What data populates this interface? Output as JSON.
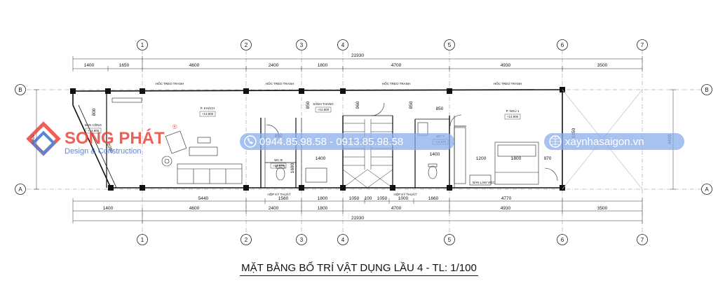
{
  "title": "MẶT BẰNG BỐ TRÍ VẬT DỤNG LẦU 4 - TL: 1/100",
  "axes_numbers": [
    "1",
    "2",
    "3",
    "4",
    "5",
    "6",
    "7"
  ],
  "axes_letters": [
    "B",
    "A"
  ],
  "total_dimension": "21930",
  "top_dimensions": [
    "1400",
    "1650",
    "4600",
    "2400",
    "1800",
    "4700",
    "4930",
    "3500"
  ],
  "bottom_inner_dimensions": [
    "5440",
    "1560",
    "1800",
    "1050",
    "100",
    "1050",
    "1000",
    "1660",
    "4770"
  ],
  "bottom_dimensions": [
    "1400",
    "4600",
    "2400",
    "1800",
    "4700",
    "4930",
    "3500"
  ],
  "left_dimension": "4400",
  "right_dimension": "4400",
  "interior_dimensions": {
    "d800": "800",
    "d850a": "850",
    "d960": "960",
    "d850b": "850",
    "d850c": "850",
    "d850d": "850",
    "d1400a": "1400",
    "d1690": "1690",
    "d1400b": "1400",
    "d1200": "1200",
    "d1800": "1800",
    "d970": "970",
    "d1650": "1650",
    "d2080": "2080"
  },
  "room_labels": {
    "ban_cong": "BAN CÔNG",
    "ban_cong_elev": "+14.900",
    "p_khach": "P. KHÁCH",
    "p_khach_elev": "+14.900",
    "sanh_thang": "SẢNH THANG",
    "sanh_thang_elev": "+14.900",
    "wc_b": "WC B",
    "wc_b_elev": "+14.870",
    "wc_t": "WC T",
    "wc_t_elev": "+14.870",
    "p_ngu": "P. NGỦ 1",
    "p_ngu_elev": "+14.900",
    "ban_lam_viec": "BÀN LÀM VIỆC",
    "hop_ky_thuat_1": "HỘP KỸ THUẬT",
    "hop_ky_thuat_2": "HỘP KỸ THUẬT",
    "hoc_treo_tranh_1": "HỐC TREO TRANH",
    "hoc_treo_tranh_2": "HỐC TREO TRANH",
    "hoc_treo_tranh_3": "HỐC TREO TRANH",
    "hoc_treo_tranh_4": "HỐC TREO TRANH"
  },
  "watermarks": {
    "brand": "SONG PHÁT",
    "registered": "®",
    "tagline": "Design & Construction",
    "phones": "0944.85.98.58 - 0913.85.98.58",
    "website": "xaynhasaigon.vn"
  },
  "colors": {
    "brand_red": "#e8463a",
    "brand_blue": "#3d6fd1",
    "watermark_bg": "#8aaee8"
  }
}
